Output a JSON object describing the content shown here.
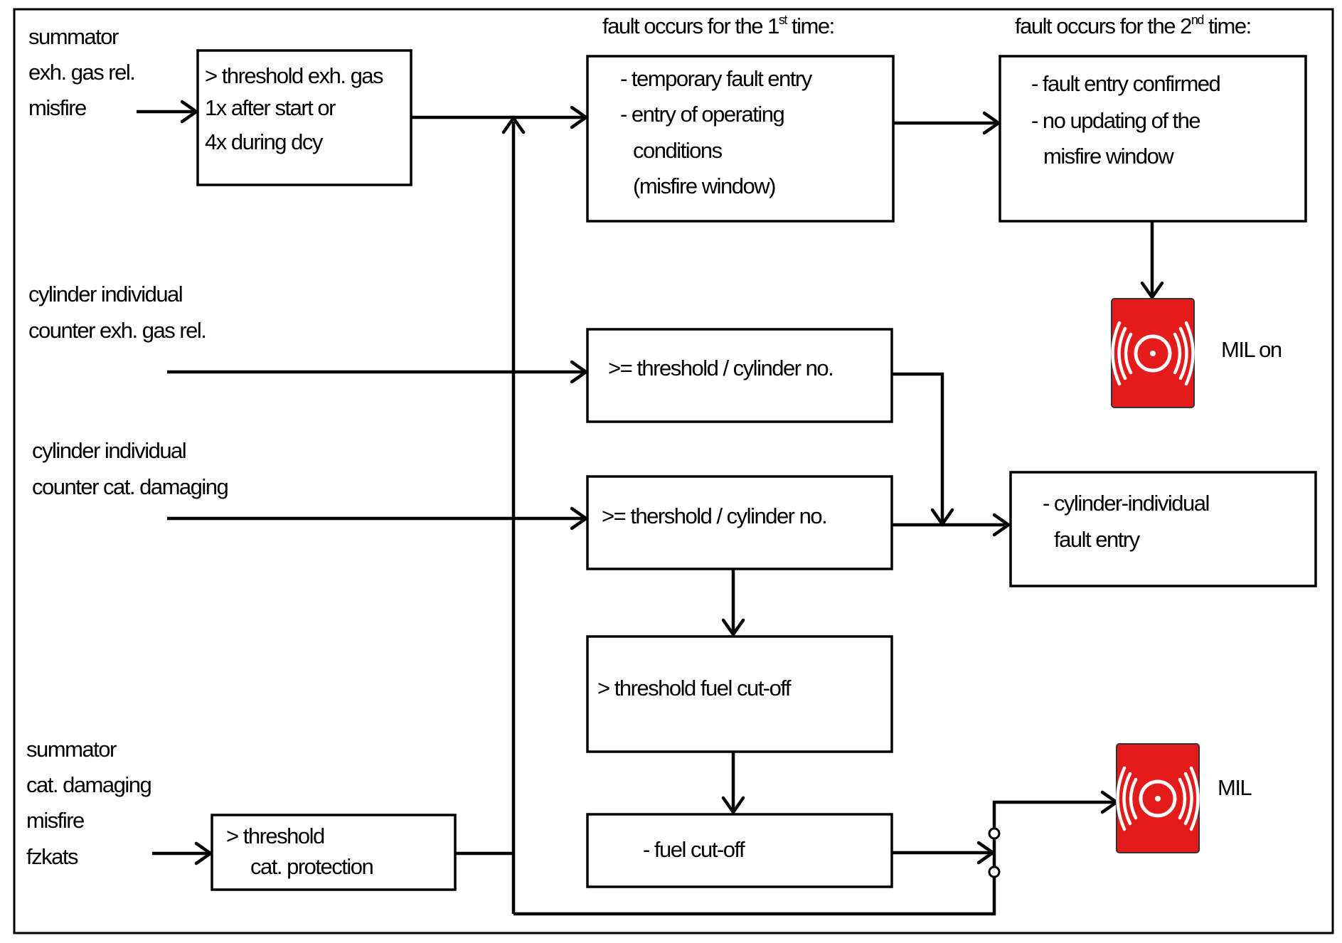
{
  "headers": {
    "first_time": "fault occurs for the 1",
    "first_sup": "st",
    "first_tail": " time:",
    "second_time": "fault occurs for the 2",
    "second_sup": "nd",
    "second_tail": " time:"
  },
  "inputs": {
    "summator_exh": [
      "summator",
      "exh. gas rel.",
      "misfire"
    ],
    "cyl_exh": [
      "cylinder individual",
      "counter exh. gas rel."
    ],
    "cyl_cat": [
      "cylinder individual",
      "counter cat. damaging"
    ],
    "summator_cat": [
      "summator",
      "cat. damaging",
      "misfire",
      "fzkats"
    ]
  },
  "boxes": {
    "threshold_exh": [
      "> threshold exh. gas",
      "1x after start or",
      "4x during dcy"
    ],
    "first_time": [
      "- temporary fault entry",
      "- entry of operating",
      "conditions",
      "(misfire window)"
    ],
    "second_time": [
      "- fault entry confirmed",
      "- no updating of the",
      "misfire window"
    ],
    "cyl_exh_threshold": [
      ">= threshold / cylinder no."
    ],
    "cyl_cat_threshold": [
      ">= thershold / cylinder no."
    ],
    "cyl_fault_entry": [
      "- cylinder-individual",
      "fault entry"
    ],
    "fuel_threshold": [
      "> threshold fuel cut-off"
    ],
    "fuel_cutoff": [
      "- fuel cut-off"
    ],
    "cat_protection": [
      "> threshold",
      "cat. protection"
    ]
  },
  "indicators": {
    "mil_on": "MIL on",
    "mil": "MIL",
    "icon": "mil-lamp-icon",
    "color": "#e31b1b"
  },
  "colors": {
    "line": "#000000",
    "background": "#ffffff"
  }
}
